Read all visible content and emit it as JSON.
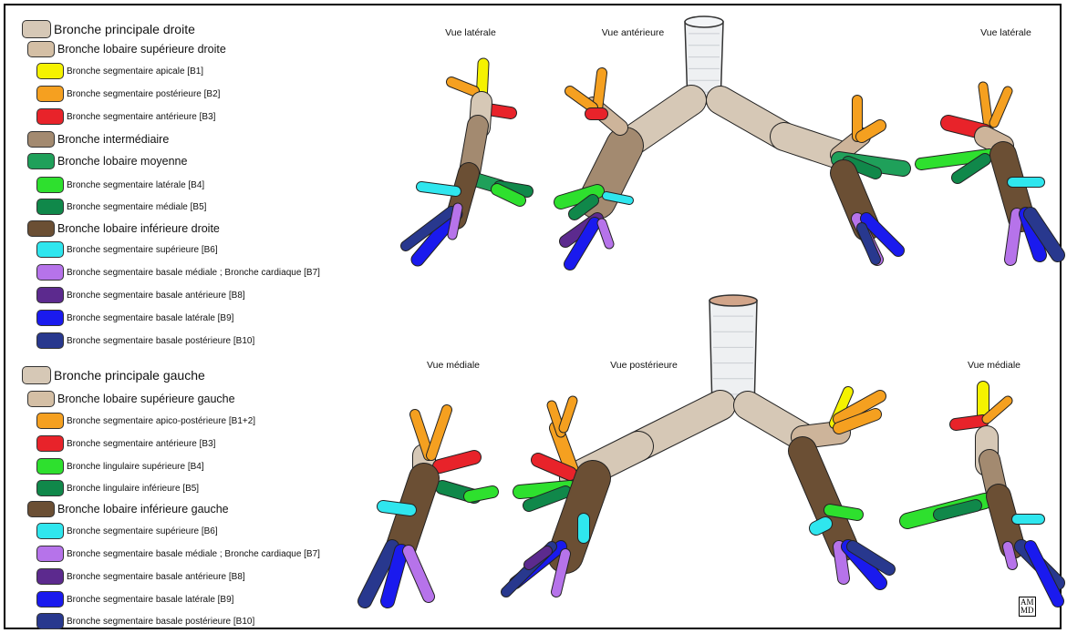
{
  "colors": {
    "main_bronchus": "#d6c8b6",
    "lobar_upper": "#cdb49a",
    "intermediate": "#a38a70",
    "lobar_middle": "#1fa05a",
    "lobar_lower": "#6b4f34",
    "apical": "#f5f200",
    "posterior_orange": "#f5a020",
    "anterior_red": "#e8232a",
    "lateral_green": "#2ee02e",
    "medial_darkgreen": "#10884a",
    "superior_cyan": "#2fe6ee",
    "basal_medial_violet": "#b673ea",
    "basal_anterior_purple": "#5c2a8e",
    "basal_lateral_blue": "#1a1aee",
    "basal_posterior_navy": "#28388e",
    "trachea": "#eef0f2"
  },
  "legend_right": [
    {
      "label": "Bronche principale droite",
      "color": "#d6c8b6",
      "level": 0
    },
    {
      "label": "Bronche lobaire supérieure droite",
      "color": "#d4bfa5",
      "level": 1
    },
    {
      "label": "Bronche segmentaire apicale [B1]",
      "color": "#f5f200",
      "level": 2
    },
    {
      "label": "Bronche segmentaire postérieure [B2]",
      "color": "#f5a020",
      "level": 2
    },
    {
      "label": "Bronche segmentaire antérieure [B3]",
      "color": "#e8232a",
      "level": 2
    },
    {
      "label": "Bronche intermédiaire",
      "color": "#a38a70",
      "level": 1
    },
    {
      "label": "Bronche lobaire moyenne",
      "color": "#1fa05a",
      "level": 1
    },
    {
      "label": "Bronche segmentaire latérale [B4]",
      "color": "#2ee02e",
      "level": 2
    },
    {
      "label": "Bronche segmentaire médiale [B5]",
      "color": "#10884a",
      "level": 2
    },
    {
      "label": "Bronche lobaire inférieure droite",
      "color": "#6b4f34",
      "level": 1
    },
    {
      "label": "Bronche segmentaire supérieure [B6]",
      "color": "#2fe6ee",
      "level": 2
    },
    {
      "label": "Bronche segmentaire basale médiale ; Bronche cardiaque [B7]",
      "color": "#b673ea",
      "level": 2
    },
    {
      "label": "Bronche segmentaire basale antérieure [B8]",
      "color": "#5c2a8e",
      "level": 2
    },
    {
      "label": "Bronche segmentaire basale latérale [B9]",
      "color": "#1a1aee",
      "level": 2
    },
    {
      "label": "Bronche segmentaire basale postérieure [B10]",
      "color": "#28388e",
      "level": 2
    }
  ],
  "legend_left": [
    {
      "label": "Bronche principale gauche",
      "color": "#d6c8b6",
      "level": 0
    },
    {
      "label": "Bronche lobaire supérieure gauche",
      "color": "#d4bfa5",
      "level": 1
    },
    {
      "label": "Bronche segmentaire apico-postérieure [B1+2]",
      "color": "#f5a020",
      "level": 2
    },
    {
      "label": "Bronche segmentaire antérieure [B3]",
      "color": "#e8232a",
      "level": 2
    },
    {
      "label": "Bronche lingulaire supérieure [B4]",
      "color": "#2ee02e",
      "level": 2
    },
    {
      "label": "Bronche lingulaire inférieure [B5]",
      "color": "#10884a",
      "level": 2
    },
    {
      "label": "Bronche lobaire inférieure gauche",
      "color": "#6b4f34",
      "level": 1
    },
    {
      "label": "Bronche segmentaire supérieure [B6]",
      "color": "#2fe6ee",
      "level": 2
    },
    {
      "label": "Bronche segmentaire basale médiale ; Bronche cardiaque [B7]",
      "color": "#b673ea",
      "level": 2
    },
    {
      "label": "Bronche segmentaire basale antérieure [B8]",
      "color": "#5c2a8e",
      "level": 2
    },
    {
      "label": "Bronche segmentaire basale latérale [B9]",
      "color": "#1a1aee",
      "level": 2
    },
    {
      "label": "Bronche segmentaire basale postérieure [B10]",
      "color": "#28388e",
      "level": 2
    }
  ],
  "views": {
    "top_left": "Vue latérale",
    "top_center": "Vue antérieure",
    "top_right": "Vue latérale",
    "bottom_left": "Vue médiale",
    "bottom_center": "Vue postérieure",
    "bottom_right": "Vue médiale"
  },
  "logo": {
    "line1": "AM",
    "line2": "MD"
  }
}
